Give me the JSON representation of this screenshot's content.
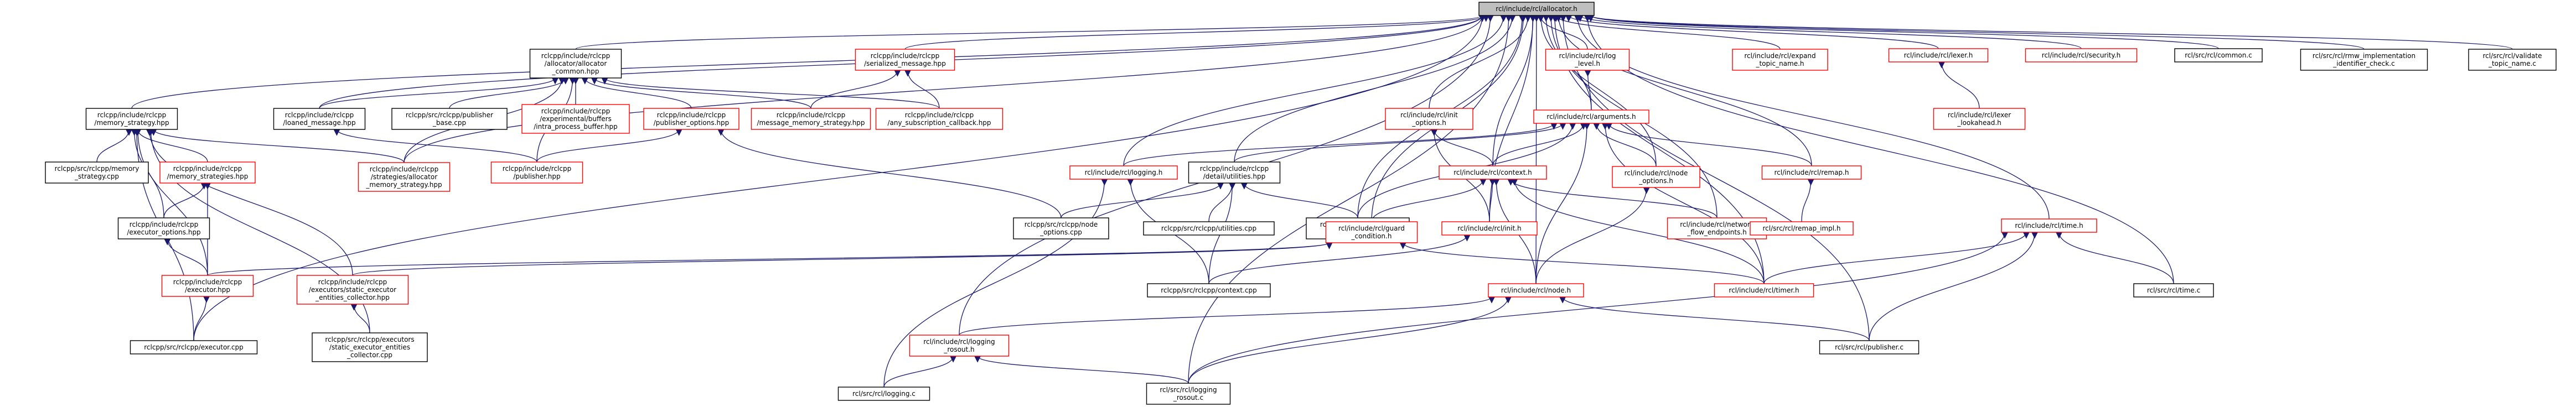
{
  "colors": {
    "normal_border": "#000000",
    "missing_border": "#ff0000",
    "focus_fill": "#bfbfbf",
    "edge": "#191970",
    "text": "#000000",
    "background": "#ffffff"
  },
  "graph": {
    "root": "rcl/include/rcl/allocator.h",
    "nodes": [
      {
        "id": "allocator_h",
        "lines": [
          "rcl/include/rcl/allocator.h"
        ],
        "focus": true
      },
      {
        "id": "cpp_alloc_common",
        "lines": [
          "rclcpp/include/rclcpp",
          "/allocator/allocator",
          "_common.hpp"
        ]
      },
      {
        "id": "cpp_serialized_msg",
        "lines": [
          "rclcpp/include/rclcpp",
          "/serialized_message.hpp"
        ],
        "missing": true
      },
      {
        "id": "rcl_log_level",
        "lines": [
          "rcl/include/rcl/log",
          "_level.h"
        ],
        "missing": true
      },
      {
        "id": "rcl_expand_topic",
        "lines": [
          "rcl/include/rcl/expand",
          "_topic_name.h"
        ],
        "missing": true
      },
      {
        "id": "rcl_lexer_h",
        "lines": [
          "rcl/include/rcl/lexer.h"
        ],
        "missing": true
      },
      {
        "id": "rcl_security_h",
        "lines": [
          "rcl/include/rcl/security.h"
        ],
        "missing": true
      },
      {
        "id": "rcl_common_c",
        "lines": [
          "rcl/src/rcl/common.c"
        ]
      },
      {
        "id": "rcl_rmw_impl_id",
        "lines": [
          "rcl/src/rcl/rmw_implementation",
          "_identifier_check.c"
        ]
      },
      {
        "id": "rcl_validate_topic",
        "lines": [
          "rcl/src/rcl/validate",
          "_topic_name.c"
        ]
      },
      {
        "id": "cpp_memory_strategy",
        "lines": [
          "rclcpp/include/rclcpp",
          "/memory_strategy.hpp"
        ]
      },
      {
        "id": "cpp_loaned_msg",
        "lines": [
          "rclcpp/include/rclcpp",
          "/loaned_message.hpp"
        ]
      },
      {
        "id": "cpp_pub_base",
        "lines": [
          "rclcpp/src/rclcpp/publisher",
          "_base.cpp"
        ]
      },
      {
        "id": "cpp_intra_buffer",
        "lines": [
          "rclcpp/include/rclcpp",
          "/experimental/buffers",
          "/intra_process_buffer.hpp"
        ],
        "missing": true
      },
      {
        "id": "cpp_pub_options",
        "lines": [
          "rclcpp/include/rclcpp",
          "/publisher_options.hpp"
        ],
        "missing": true
      },
      {
        "id": "cpp_msg_mem_strategy",
        "lines": [
          "rclcpp/include/rclcpp",
          "/message_memory_strategy.hpp"
        ],
        "missing": true
      },
      {
        "id": "cpp_any_sub_cb",
        "lines": [
          "rclcpp/include/rclcpp",
          "/any_subscription_callback.hpp"
        ],
        "missing": true
      },
      {
        "id": "rcl_init_options",
        "lines": [
          "rcl/include/rcl/init",
          "_options.h"
        ],
        "missing": true
      },
      {
        "id": "rcl_arguments_h",
        "lines": [
          "rcl/include/rcl/arguments.h"
        ],
        "missing": true
      },
      {
        "id": "rcl_lexer_lookahead",
        "lines": [
          "rcl/include/rcl/lexer",
          "_lookahead.h"
        ],
        "missing": true
      },
      {
        "id": "cpp_memory_strategy_cpp",
        "lines": [
          "rclcpp/src/rclcpp/memory",
          "_strategy.cpp"
        ]
      },
      {
        "id": "cpp_memory_strategies",
        "lines": [
          "rclcpp/include/rclcpp",
          "/memory_strategies.hpp"
        ],
        "missing": true
      },
      {
        "id": "cpp_strategies_alloc_mem",
        "lines": [
          "rclcpp/include/rclcpp",
          "/strategies/allocator",
          "_memory_strategy.hpp"
        ],
        "missing": true
      },
      {
        "id": "cpp_publisher_hpp",
        "lines": [
          "rclcpp/include/rclcpp",
          "/publisher.hpp"
        ],
        "missing": true
      },
      {
        "id": "rcl_logging_h",
        "lines": [
          "rcl/include/rcl/logging.h"
        ],
        "missing": true
      },
      {
        "id": "cpp_detail_utilities",
        "lines": [
          "rclcpp/include/rclcpp",
          "/detail/utilities.hpp"
        ]
      },
      {
        "id": "rcl_context_h",
        "lines": [
          "rcl/include/rcl/context.h"
        ],
        "missing": true
      },
      {
        "id": "rcl_node_options",
        "lines": [
          "rcl/include/rcl/node",
          "_options.h"
        ],
        "missing": true
      },
      {
        "id": "rcl_remap_h",
        "lines": [
          "rcl/include/rcl/remap.h"
        ],
        "missing": true
      },
      {
        "id": "rcl_time_h",
        "lines": [
          "rcl/include/rcl/time.h"
        ],
        "missing": true
      },
      {
        "id": "cpp_executor_options",
        "lines": [
          "rclcpp/include/rclcpp",
          "/executor_options.hpp"
        ]
      },
      {
        "id": "cpp_node_options_cpp",
        "lines": [
          "rclcpp/src/rclcpp/node",
          "_options.cpp"
        ]
      },
      {
        "id": "cpp_utilities_cpp",
        "lines": [
          "rclcpp/src/rclcpp/utilities.cpp"
        ]
      },
      {
        "id": "cpp_detail_utilities_cpp",
        "lines": [
          "rclcpp/src/rclcpp/detail",
          "/utilities.cpp"
        ]
      },
      {
        "id": "rcl_guard_condition",
        "lines": [
          "rcl/include/rcl/guard",
          "_condition.h"
        ],
        "missing": true
      },
      {
        "id": "rcl_init_h",
        "lines": [
          "rcl/include/rcl/init.h"
        ],
        "missing": true
      },
      {
        "id": "rcl_network_flow",
        "lines": [
          "rcl/include/rcl/network",
          "_flow_endpoints.h"
        ],
        "missing": true
      },
      {
        "id": "rcl_remap_impl",
        "lines": [
          "rcl/src/rcl/remap_impl.h"
        ],
        "missing": true
      },
      {
        "id": "cpp_executor_hpp",
        "lines": [
          "rclcpp/include/rclcpp",
          "/executor.hpp"
        ],
        "missing": true
      },
      {
        "id": "cpp_static_exec_collector",
        "lines": [
          "rclcpp/include/rclcpp",
          "/executors/static_executor",
          "_entities_collector.hpp"
        ],
        "missing": true
      },
      {
        "id": "cpp_context_cpp",
        "lines": [
          "rclcpp/src/rclcpp/context.cpp"
        ]
      },
      {
        "id": "rcl_node_h",
        "lines": [
          "rcl/include/rcl/node.h"
        ],
        "missing": true
      },
      {
        "id": "rcl_timer_h",
        "lines": [
          "rcl/include/rcl/timer.h"
        ],
        "missing": true
      },
      {
        "id": "rcl_time_c",
        "lines": [
          "rcl/src/rcl/time.c"
        ]
      },
      {
        "id": "cpp_executor_cpp",
        "lines": [
          "rclcpp/src/rclcpp/executor.cpp"
        ]
      },
      {
        "id": "cpp_static_exec_collector_cpp",
        "lines": [
          "rclcpp/src/rclcpp/executors",
          "/static_executor_entities",
          "_collector.cpp"
        ]
      },
      {
        "id": "rcl_logging_rosout_h",
        "lines": [
          "rcl/include/rcl/logging",
          "_rosout.h"
        ],
        "missing": true
      },
      {
        "id": "rcl_publisher_c",
        "lines": [
          "rcl/src/rcl/publisher.c"
        ]
      },
      {
        "id": "rcl_logging_c",
        "lines": [
          "rcl/src/rcl/logging.c"
        ]
      },
      {
        "id": "rcl_logging_rosout_c",
        "lines": [
          "rcl/src/rcl/logging",
          "_rosout.c"
        ]
      }
    ],
    "edges": [
      [
        "allocator_h",
        "cpp_alloc_common"
      ],
      [
        "allocator_h",
        "cpp_serialized_msg"
      ],
      [
        "allocator_h",
        "rcl_log_level"
      ],
      [
        "allocator_h",
        "rcl_expand_topic"
      ],
      [
        "allocator_h",
        "rcl_lexer_h"
      ],
      [
        "allocator_h",
        "rcl_security_h"
      ],
      [
        "allocator_h",
        "rcl_common_c"
      ],
      [
        "allocator_h",
        "rcl_rmw_impl_id"
      ],
      [
        "allocator_h",
        "rcl_validate_topic"
      ],
      [
        "allocator_h",
        "cpp_memory_strategy"
      ],
      [
        "allocator_h",
        "cpp_loaned_msg"
      ],
      [
        "allocator_h",
        "cpp_strategies_alloc_mem"
      ],
      [
        "allocator_h",
        "rcl_init_options"
      ],
      [
        "allocator_h",
        "rcl_arguments_h"
      ],
      [
        "allocator_h",
        "rcl_logging_h"
      ],
      [
        "allocator_h",
        "cpp_detail_utilities"
      ],
      [
        "allocator_h",
        "rcl_context_h"
      ],
      [
        "allocator_h",
        "rcl_node_options"
      ],
      [
        "allocator_h",
        "rcl_remap_h"
      ],
      [
        "allocator_h",
        "rcl_time_h"
      ],
      [
        "allocator_h",
        "rcl_guard_condition"
      ],
      [
        "allocator_h",
        "rcl_init_h"
      ],
      [
        "allocator_h",
        "rcl_network_flow"
      ],
      [
        "allocator_h",
        "rcl_node_h"
      ],
      [
        "allocator_h",
        "rcl_timer_h"
      ],
      [
        "allocator_h",
        "rcl_logging_rosout_h"
      ],
      [
        "allocator_h",
        "rcl_publisher_c"
      ],
      [
        "allocator_h",
        "cpp_executor_cpp"
      ],
      [
        "allocator_h",
        "cpp_detail_utilities_cpp"
      ],
      [
        "allocator_h",
        "rcl_time_c"
      ],
      [
        "allocator_h",
        "rcl_logging_rosout_c"
      ],
      [
        "cpp_alloc_common",
        "cpp_loaned_msg"
      ],
      [
        "cpp_alloc_common",
        "cpp_pub_base"
      ],
      [
        "cpp_alloc_common",
        "cpp_intra_buffer"
      ],
      [
        "cpp_alloc_common",
        "cpp_pub_options"
      ],
      [
        "cpp_alloc_common",
        "cpp_msg_mem_strategy"
      ],
      [
        "cpp_alloc_common",
        "cpp_any_sub_cb"
      ],
      [
        "cpp_alloc_common",
        "cpp_strategies_alloc_mem"
      ],
      [
        "cpp_alloc_common",
        "cpp_publisher_hpp"
      ],
      [
        "cpp_serialized_msg",
        "cpp_msg_mem_strategy"
      ],
      [
        "cpp_serialized_msg",
        "cpp_any_sub_cb"
      ],
      [
        "rcl_log_level",
        "rcl_arguments_h"
      ],
      [
        "rcl_lexer_h",
        "rcl_lexer_lookahead"
      ],
      [
        "cpp_memory_strategy",
        "cpp_memory_strategy_cpp"
      ],
      [
        "cpp_memory_strategy",
        "cpp_memory_strategies"
      ],
      [
        "cpp_memory_strategy",
        "cpp_strategies_alloc_mem"
      ],
      [
        "cpp_memory_strategy",
        "cpp_executor_options"
      ],
      [
        "cpp_memory_strategy",
        "cpp_executor_hpp"
      ],
      [
        "cpp_memory_strategy",
        "cpp_static_exec_collector"
      ],
      [
        "cpp_memory_strategy",
        "cpp_static_exec_collector_cpp"
      ],
      [
        "cpp_memory_strategy",
        "cpp_executor_cpp"
      ],
      [
        "cpp_loaned_msg",
        "cpp_publisher_hpp"
      ],
      [
        "cpp_pub_options",
        "cpp_publisher_hpp"
      ],
      [
        "cpp_pub_options",
        "cpp_node_options_cpp"
      ],
      [
        "rcl_init_options",
        "rcl_context_h"
      ],
      [
        "rcl_init_options",
        "rcl_init_h"
      ],
      [
        "rcl_arguments_h",
        "rcl_logging_h"
      ],
      [
        "rcl_arguments_h",
        "rcl_context_h"
      ],
      [
        "rcl_arguments_h",
        "rcl_node_options"
      ],
      [
        "rcl_arguments_h",
        "rcl_remap_h"
      ],
      [
        "rcl_arguments_h",
        "cpp_detail_utilities"
      ],
      [
        "rcl_arguments_h",
        "cpp_detail_utilities_cpp"
      ],
      [
        "rcl_arguments_h",
        "rcl_node_h"
      ],
      [
        "rcl_arguments_h",
        "rcl_timer_h"
      ],
      [
        "cpp_memory_strategies",
        "cpp_executor_options"
      ],
      [
        "cpp_memory_strategies",
        "cpp_executor_hpp"
      ],
      [
        "rcl_logging_h",
        "cpp_context_cpp"
      ],
      [
        "rcl_logging_h",
        "rcl_logging_c"
      ],
      [
        "cpp_detail_utilities",
        "cpp_node_options_cpp"
      ],
      [
        "cpp_detail_utilities",
        "cpp_utilities_cpp"
      ],
      [
        "cpp_detail_utilities",
        "cpp_detail_utilities_cpp"
      ],
      [
        "cpp_detail_utilities",
        "cpp_context_cpp"
      ],
      [
        "rcl_context_h",
        "rcl_guard_condition"
      ],
      [
        "rcl_context_h",
        "rcl_init_h"
      ],
      [
        "rcl_context_h",
        "rcl_network_flow"
      ],
      [
        "rcl_context_h",
        "rcl_node_h"
      ],
      [
        "rcl_context_h",
        "rcl_timer_h"
      ],
      [
        "rcl_node_options",
        "rcl_node_h"
      ],
      [
        "rcl_remap_h",
        "rcl_remap_impl"
      ],
      [
        "rcl_time_h",
        "rcl_timer_h"
      ],
      [
        "rcl_time_h",
        "rcl_time_c"
      ],
      [
        "rcl_time_h",
        "rcl_publisher_c"
      ],
      [
        "rcl_time_h",
        "rcl_logging_rosout_c"
      ],
      [
        "cpp_executor_options",
        "cpp_executor_hpp"
      ],
      [
        "rcl_guard_condition",
        "cpp_executor_hpp"
      ],
      [
        "rcl_guard_condition",
        "cpp_static_exec_collector"
      ],
      [
        "rcl_guard_condition",
        "rcl_timer_h"
      ],
      [
        "rcl_init_h",
        "cpp_context_cpp"
      ],
      [
        "cpp_executor_hpp",
        "cpp_executor_cpp"
      ],
      [
        "cpp_static_exec_collector",
        "cpp_static_exec_collector_cpp"
      ],
      [
        "rcl_node_h",
        "rcl_logging_rosout_h"
      ],
      [
        "rcl_node_h",
        "rcl_publisher_c"
      ],
      [
        "rcl_node_h",
        "rcl_logging_rosout_c"
      ],
      [
        "rcl_logging_rosout_h",
        "rcl_logging_c"
      ],
      [
        "rcl_logging_rosout_h",
        "rcl_logging_rosout_c"
      ]
    ]
  }
}
